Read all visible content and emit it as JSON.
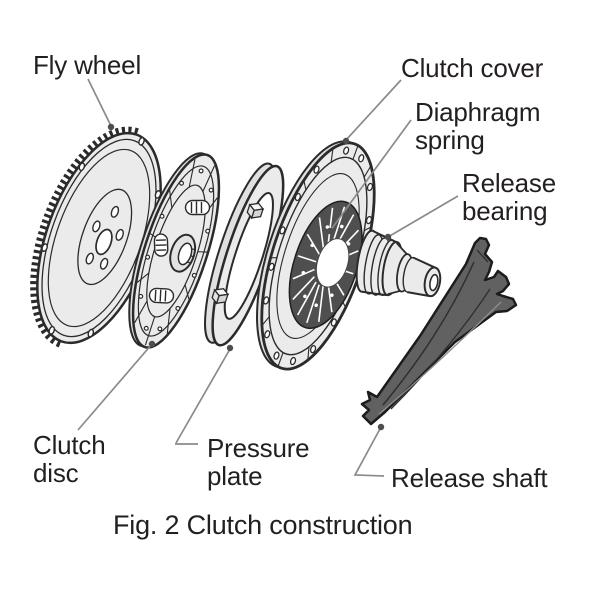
{
  "figure": {
    "caption": "Fig. 2 Clutch construction",
    "labels": {
      "fly_wheel": "Fly wheel",
      "clutch_cover": "Clutch cover",
      "diaphragm_spring": "Diaphragm\nspring",
      "release_bearing": "Release\nbearing",
      "clutch_disc": "Clutch\ndisc",
      "pressure_plate": "Pressure\nplate",
      "release_shaft": "Release shaft"
    },
    "colors": {
      "background": "#ffffff",
      "outline": "#2b2b2b",
      "part_fill": "#ebebeb",
      "part_shadow": "#e0e0e0",
      "diaphragm_spring_dark": "#4f4f4f",
      "release_shaft_dark": "#616161",
      "leader_line": "#8a8a8a",
      "text": "#231f20"
    }
  }
}
